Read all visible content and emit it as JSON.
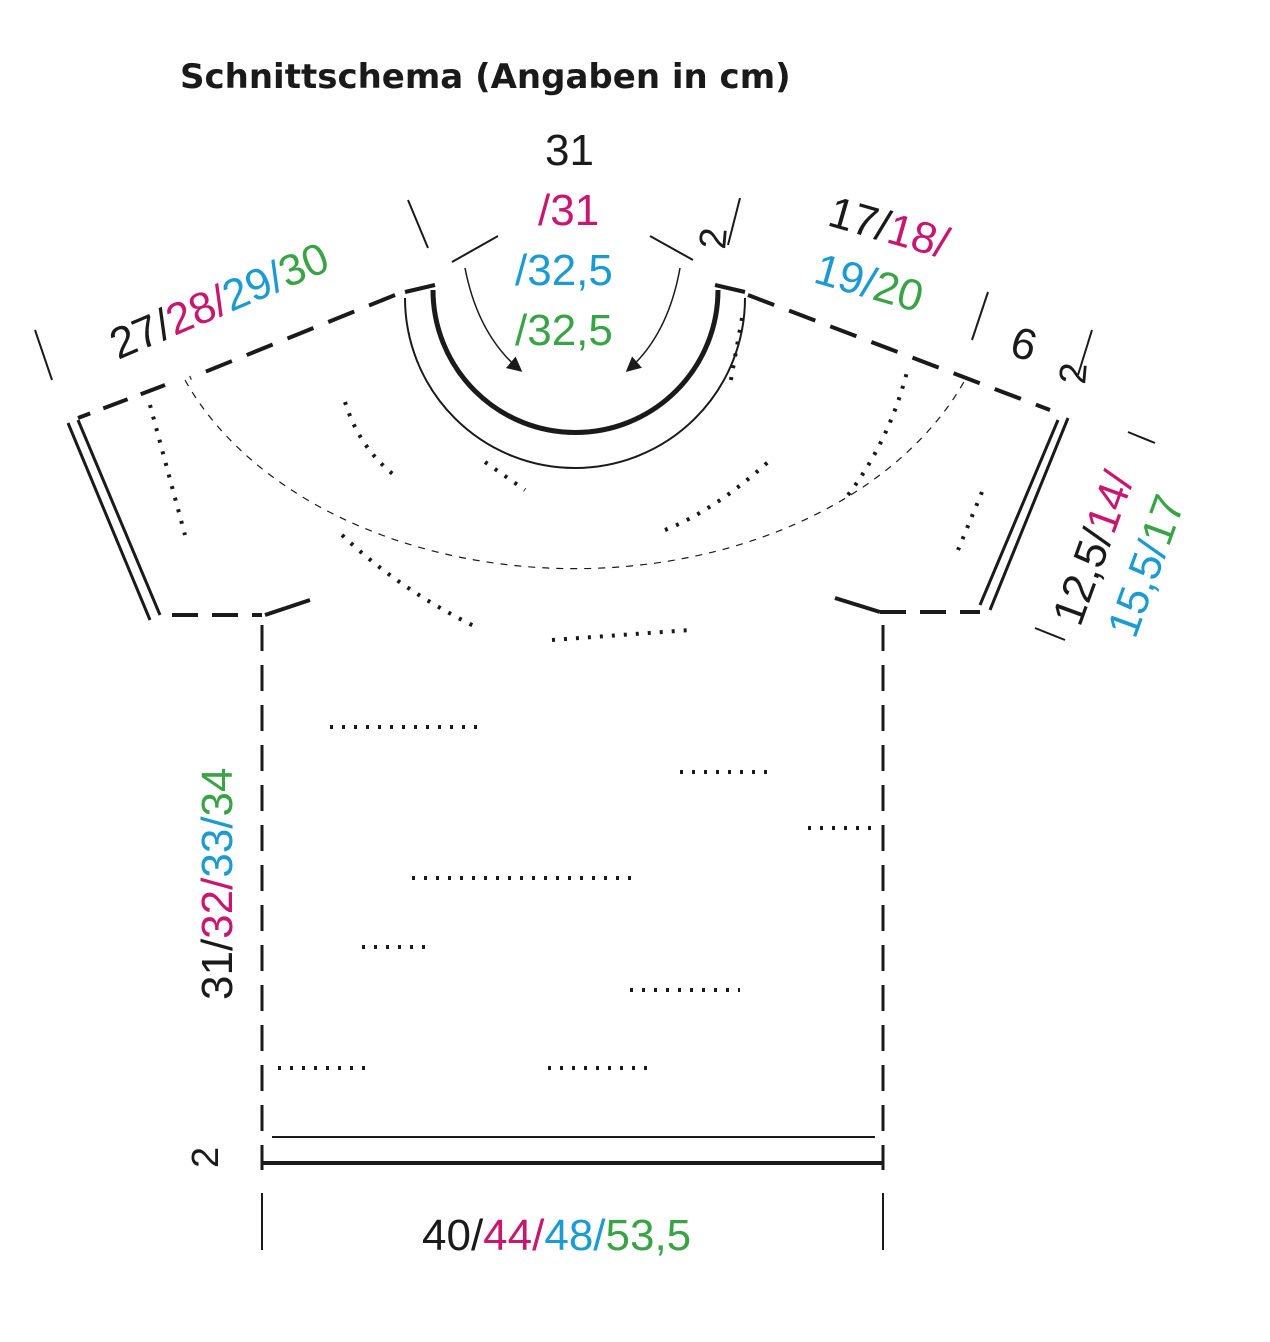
{
  "title": "Schnittschema (Angaben in cm)",
  "size_colors": [
    "#1a1a1a",
    "#c8176f",
    "#1b9bd2",
    "#3aa346"
  ],
  "labels": {
    "neck_width": {
      "s1": "31",
      "s2": "/31",
      "s3": "/32,5",
      "s4": "/32,5"
    },
    "yoke_left": {
      "s1": "27/",
      "s2": "28/",
      "s3": "29/",
      "s4": "30"
    },
    "neck_edge_right": "2",
    "yoke_right": {
      "s1": "17/",
      "s2": "18/",
      "s3": "19/",
      "s4": "20"
    },
    "shoulder": "6",
    "sleeve_edge_right": "2",
    "sleeve_length": {
      "s1": "12,5/",
      "s2": "14/",
      "s3": "15,5/",
      "s4": "17"
    },
    "body_length": {
      "s1": "31/",
      "s2": "32/",
      "s3": "33/",
      "s4": "34"
    },
    "hem": "2",
    "body_width": {
      "s1": "40/",
      "s2": "44/",
      "s3": "48/",
      "s4": "53,5"
    }
  }
}
